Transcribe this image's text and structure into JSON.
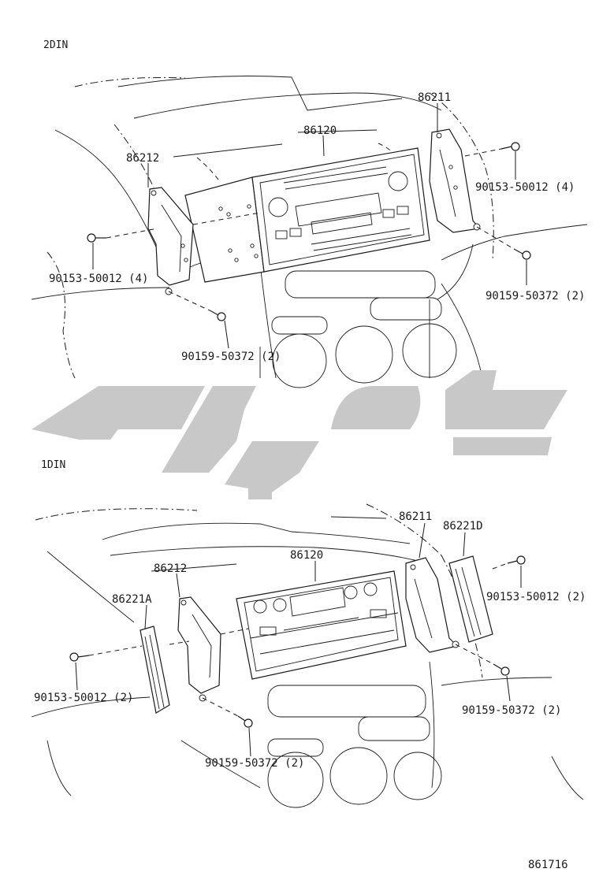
{
  "sections": [
    {
      "id": "2din",
      "heading": "2DIN",
      "labels": {
        "radio": "86120",
        "bracket_right": "86211",
        "bracket_left": "86212",
        "bolt_right": "90153-50012 (4)",
        "bolt_left": "90153-50012 (4)",
        "screw_right": "90159-50372 (2)",
        "screw_bottom": "90159-50372 (2)"
      }
    },
    {
      "id": "1din",
      "heading": "1DIN",
      "labels": {
        "radio": "86120",
        "bracket_right": "86211",
        "bracket_left": "86212",
        "pocket_right": "86221D",
        "pocket_left": "86221A",
        "bolt_right": "90153-50012 (2)",
        "bolt_left": "90153-50012 (2)",
        "screw_right": "90159-50372 (2)",
        "screw_bottom": "90159-50372 (2)"
      }
    }
  ],
  "figure_number": "861716",
  "watermark": {
    "color": "#c8c8c8"
  }
}
